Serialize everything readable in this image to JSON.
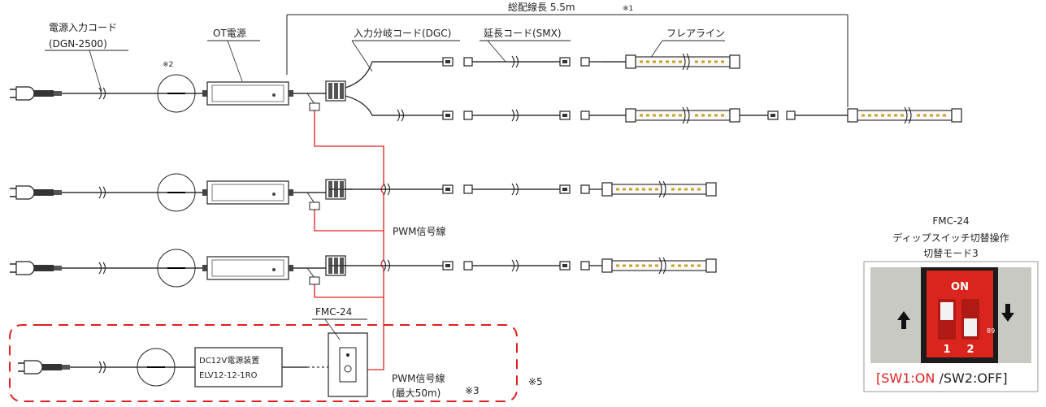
{
  "labels": {
    "total_length": "総配線長 5.5m",
    "total_length_note": "※1",
    "input_cord_line1": "電源入力コード",
    "input_cord_line2": "(DGN-2500)",
    "ot_power": "OT電源",
    "branch_cord": "入力分岐コード(DGC)",
    "extension_cord": "延長コード(SMX)",
    "flare_line": "フレアライン",
    "note2": "※2",
    "pwm_line": "PWM信号線",
    "fmc": "FMC-24",
    "dc_unit_line1": "DC12V電源装置",
    "dc_unit_line2": "ELV12-12-1RO",
    "pwm_line2_line1": "PWM信号線",
    "pwm_line2_line2": "(最大50m)",
    "note3": "※3",
    "note5": "※5"
  },
  "switch_panel": {
    "title_line1": "FMC-24",
    "title_line2": "ディップスイッチ切替操作",
    "title_line3": "切替モード3",
    "on_label": "ON",
    "sw_num1": "1",
    "sw_num2": "2",
    "side_mark": "89",
    "caption_open": "[",
    "caption_sw1": "SW1:ON",
    "caption_rest": " /SW2:OFF]"
  },
  "colors": {
    "signal_line": "#e02020",
    "dip_switch": "#d9251d",
    "led_chip": "#c9a227"
  }
}
